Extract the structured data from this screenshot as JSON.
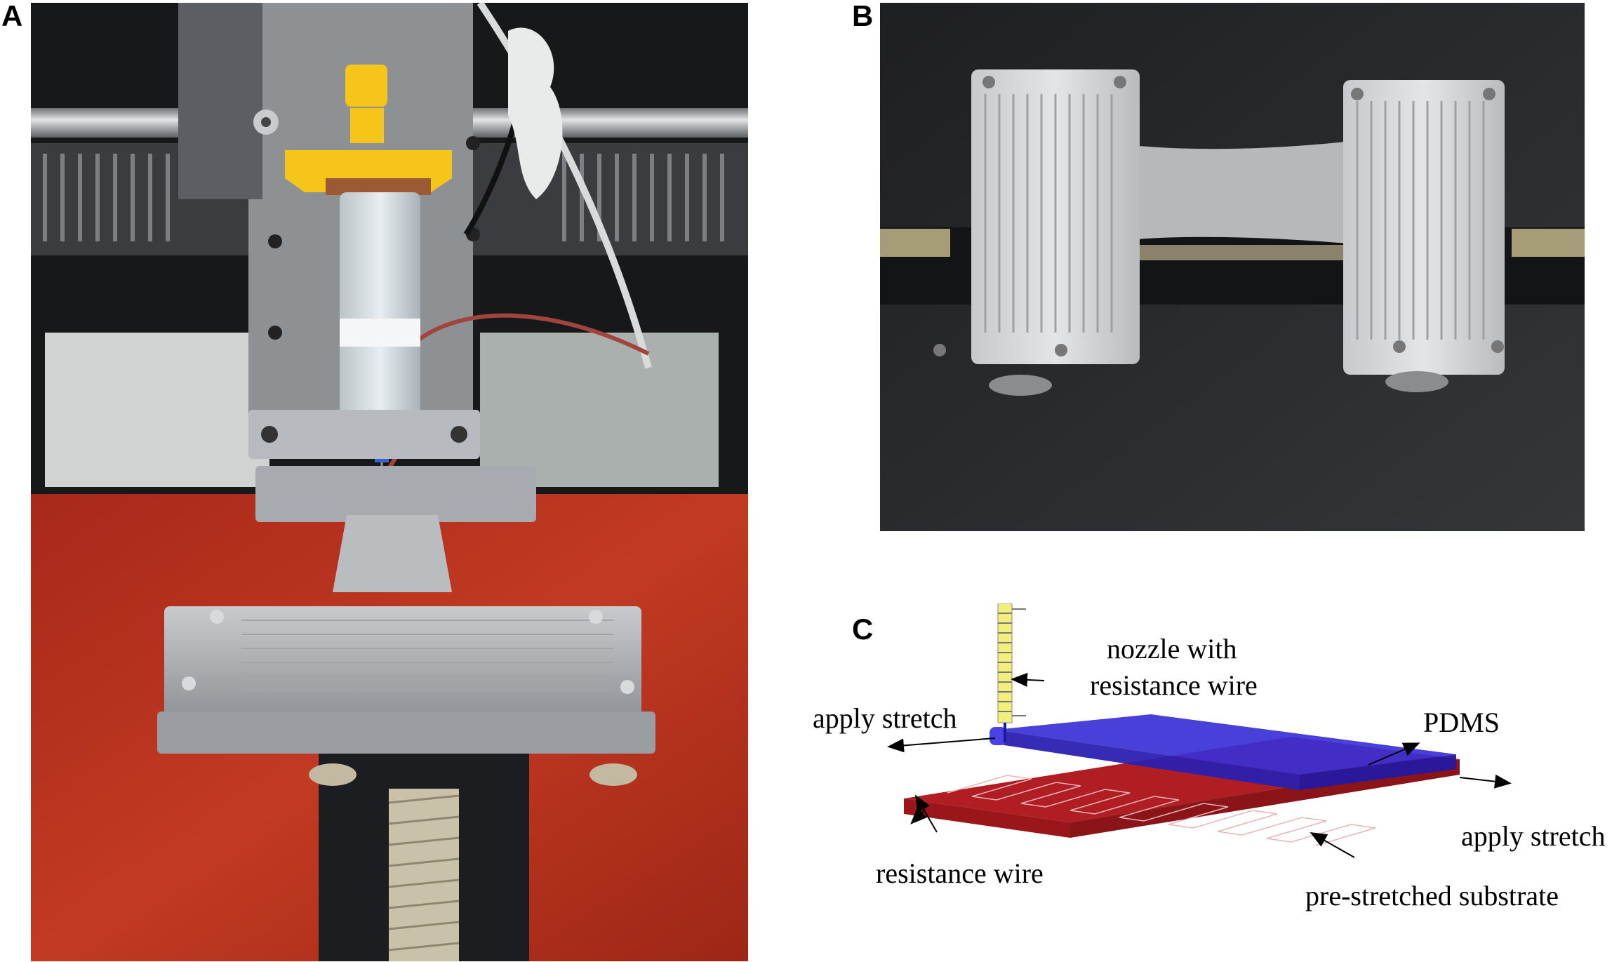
{
  "panels": {
    "a": {
      "letter": "A"
    },
    "b": {
      "letter": "B"
    },
    "c": {
      "letter": "C"
    }
  },
  "diagram": {
    "label_nozzle_line1": "nozzle with",
    "label_nozzle_line2": "resistance wire",
    "label_pdms": "PDMS",
    "label_stretch_left": "apply stretch",
    "label_stretch_right": "apply stretch",
    "label_resistance_wire": "resistance wire",
    "label_substrate": "pre-stretched substrate"
  },
  "colors": {
    "substrate_red": "#b01e24",
    "substrate_side": "#8a1418",
    "pdms_blue": "#2f25c8",
    "nozzle_yellow": "#f2ef7a",
    "table_red": "#b3301f",
    "machine_dark": "#1c1d20",
    "aluminium": "#a9adb1",
    "syringe_yellow": "#f6c51a"
  }
}
